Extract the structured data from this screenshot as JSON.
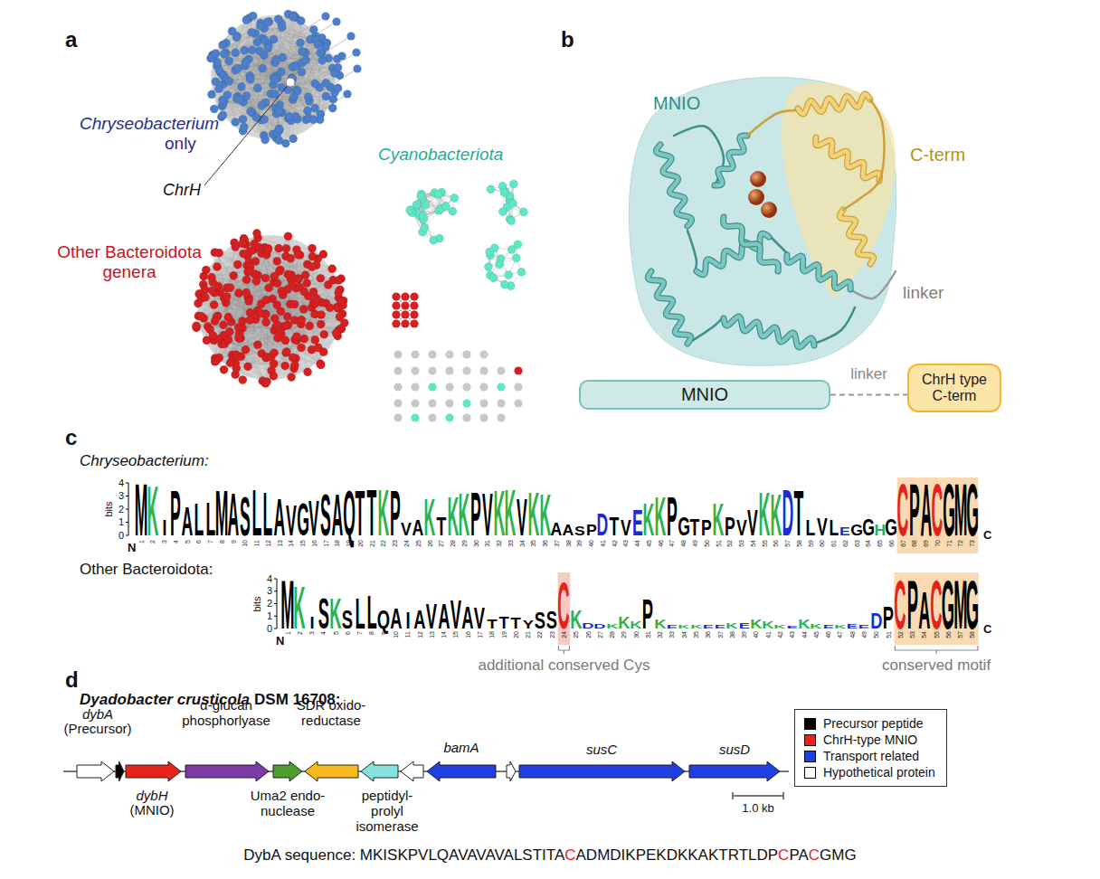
{
  "diagram": {
    "nodes": [
      {
        "text": [
          "MNIO"
        ]
      },
      {
        "text": [
          "ChrH type C-term"
        ]
      }
    ],
    "edges": [
      {
        "from": 0,
        "to": 1,
        "arrow": "none",
        "label": "linker"
      }
    ],
    "labels": [
      "a",
      "Chryseobacterium",
      "only",
      "ChrH",
      "Cyanobacteriota",
      "Other Bacteroidota genera",
      "b",
      "MNIO",
      "C-term",
      "linker",
      "c",
      "Chryseobacterium:",
      "bits",
      "4",
      "3",
      "2",
      "1",
      "0",
      "N",
      "M",
      "K",
      "I",
      "P",
      "A",
      "L",
      "L",
      "M",
      "A",
      "S",
      "L",
      "L",
      "A",
      "V",
      "G",
      "V",
      "S",
      "A",
      "Q",
      "T",
      "T",
      "K",
      "P",
      "V",
      "A",
      "K",
      "T",
      "K",
      "K",
      "P",
      "V",
      "K",
      "K",
      "V",
      "K",
      "K",
      "A",
      "A",
      "S",
      "P",
      "D",
      "T",
      "V",
      "E",
      "K",
      "K",
      "P",
      "G",
      "T",
      "P",
      "K",
      "P",
      "V",
      "V",
      "K",
      "K",
      "D",
      "T",
      "L",
      "V",
      "L",
      "E",
      "G",
      "G",
      "H",
      "G",
      "C",
      "P",
      "A",
      "C",
      "G",
      "M",
      "G",
      "1",
      "2",
      "3",
      "4",
      "5",
      "6",
      "7",
      "8",
      "9",
      "10",
      "11",
      "12",
      "13",
      "14",
      "15",
      "16",
      "17",
      "18",
      "19",
      "20",
      "21",
      "22",
      "23",
      "24",
      "25",
      "26",
      "27",
      "28",
      "29",
      "30",
      "31",
      "32",
      "33",
      "34",
      "35",
      "36",
      "37",
      "38",
      "39",
      "40",
      "41",
      "42",
      "43",
      "44",
      "45",
      "46",
      "47",
      "48",
      "49",
      "50",
      "51",
      "52",
      "53",
      "54",
      "55",
      "56",
      "57",
      "58",
      "59",
      "60",
      "61",
      "62",
      "63",
      "64",
      "65",
      "66",
      "67",
      "68",
      "69",
      "70",
      "71",
      "72",
      "73",
      "C",
      "Other Bacteroidota:",
      "bits",
      "4",
      "3",
      "2",
      "1",
      "0",
      "N",
      "M",
      "K",
      "I",
      "S",
      "K",
      "S",
      "L",
      "L",
      "Q",
      "A",
      "I",
      "A",
      "V",
      "A",
      "V",
      "A",
      "V",
      "T",
      "T",
      "T",
      "Y",
      "S",
      "S",
      "C",
      "K",
      "D",
      "D",
      "K",
      "K",
      "K",
      "P",
      "K",
      "E",
      "K",
      "K",
      "E",
      "E",
      "K",
      "E",
      "K",
      "K",
      "K",
      "E",
      "K",
      "K",
      "E",
      "K",
      "E",
      "E",
      "D",
      "P",
      "C",
      "P",
      "A",
      "C",
      "G",
      "M",
      "G",
      "1",
      "2",
      "3",
      "4",
      "5",
      "6",
      "7",
      "8",
      "9",
      "10",
      "11",
      "12",
      "13",
      "14",
      "15",
      "16",
      "17",
      "18",
      "19",
      "20",
      "21",
      "22",
      "23",
      "24",
      "25",
      "26",
      "27",
      "28",
      "29",
      "30",
      "31",
      "32",
      "33",
      "34",
      "35",
      "36",
      "37",
      "38",
      "39",
      "40",
      "41",
      "42",
      "43",
      "44",
      "45",
      "46",
      "47",
      "48",
      "49",
      "50",
      "51",
      "52",
      "53",
      "54",
      "55",
      "56",
      "57",
      "58",
      "C",
      "additional conserved Cys",
      "conserved motif",
      "d",
      "Dyadobacter crusticola",
      "DSM 16708:",
      "dybA",
      "(Precursor)",
      "α-glucan phosphorlyase",
      "SDR oxido-reductase",
      "bamA",
      "susC",
      "susD",
      "dybH",
      "(MNIO)",
      "Uma2 endo-nuclease",
      "peptidyl-prolyl isomerase",
      "1.0 kb",
      "DybA sequence: MKISKPVLQAVAVAVALSTITA",
      "C",
      "ADMDIKPEKDKKAKTRTLDP",
      "C",
      "PA",
      "C",
      "GMG"
    ],
    "legend": [
      {
        "text": "Precursor peptide",
        "color": "#000000"
      },
      {
        "text": "ChrH-type MNIO",
        "color": "#e8231b"
      },
      {
        "text": "Transport related",
        "color": "#1f3fe0"
      },
      {
        "text": "Hypothetical protein",
        "color": "#ffffff"
      }
    ]
  }
}
